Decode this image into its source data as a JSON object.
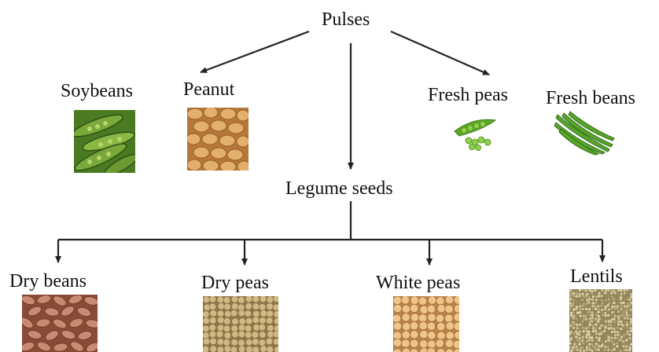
{
  "root": {
    "label": "Pulses"
  },
  "middle": {
    "label": "Legume seeds"
  },
  "top_items": [
    {
      "label": "Soybeans",
      "icon": "soybean-pods-image"
    },
    {
      "label": "Peanut",
      "icon": "peanuts-image"
    },
    {
      "label": "Fresh peas",
      "icon": "fresh-peas-image"
    },
    {
      "label": "Fresh beans",
      "icon": "fresh-green-beans-image"
    }
  ],
  "bottom_items": [
    {
      "label": "Dry beans",
      "icon": "dry-beans-image"
    },
    {
      "label": "Dry peas",
      "icon": "dry-peas-image"
    },
    {
      "label": "White peas",
      "icon": "white-peas-image"
    },
    {
      "label": "Lentils",
      "icon": "lentils-image"
    }
  ],
  "colors": {
    "line": "#222222",
    "text": "#111111",
    "soybean": "#6f9a2c",
    "peanut": "#d9a45e",
    "pea_green": "#7fbf3a",
    "green_bean": "#4f9a2a",
    "dry_bean": "#b8705a",
    "dry_pea": "#c9ae7a",
    "white_pea": "#e0b77a",
    "lentil": "#a8996a"
  }
}
